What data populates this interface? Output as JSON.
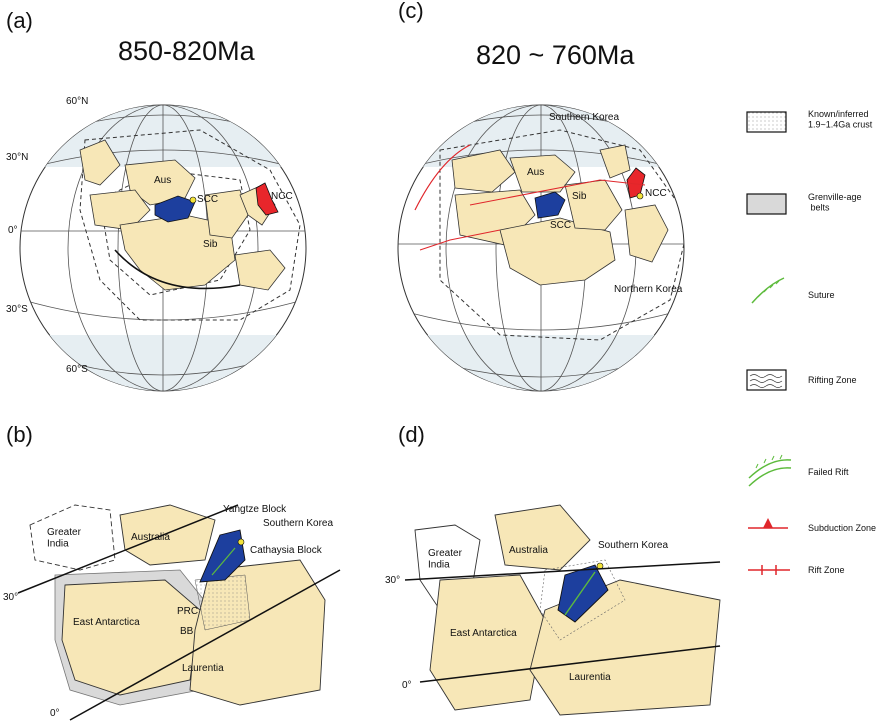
{
  "panels": {
    "a": {
      "label": "(a)",
      "age": "850-820Ma",
      "lat_labels": [
        "60°N",
        "30°N",
        "0°",
        "30°S",
        "60°S"
      ],
      "blocks": {
        "aus": "Aus",
        "scc": "SCC",
        "sib": "Sib",
        "ncc": "NCC"
      }
    },
    "b": {
      "label": "(b)",
      "lat_labels": [
        "30°",
        "0°"
      ],
      "blocks": {
        "greater_india": "Greater\nIndia",
        "australia": "Australia",
        "yangtze": "Yangtze Block",
        "southern_korea": "Southern Korea",
        "cathaysia": "Cathaysia Block",
        "east_antarctica": "East Antarctica",
        "prc": "PRC",
        "bb": "BB",
        "laurentia": "Laurentia"
      }
    },
    "c": {
      "label": "(c)",
      "age": "820 ~ 760Ma",
      "blocks": {
        "southern_korea": "Southern Korea",
        "aus": "Aus",
        "sib": "Sib",
        "ncc": "NCC",
        "scc": "SCC",
        "northern_korea": "Northern Korea"
      }
    },
    "d": {
      "label": "(d)",
      "lat_labels": [
        "30°",
        "0°"
      ],
      "blocks": {
        "greater_india": "Greater\nIndia",
        "australia": "Australia",
        "southern_korea": "Southern Korea",
        "east_antarctica": "East Antarctica",
        "laurentia": "Laurentia"
      }
    }
  },
  "legend": [
    {
      "label": "Known/inferred\n1.9~1.4Ga crust",
      "icon": "dotted-box-icon"
    },
    {
      "label": "Grenville-age\n belts",
      "icon": "gray-box-icon"
    },
    {
      "label": "Suture",
      "icon": "suture-line-icon"
    },
    {
      "label": "Rifting Zone",
      "icon": "wavy-box-icon"
    },
    {
      "label": "Failed Rift",
      "icon": "failed-rift-icon"
    },
    {
      "label": "Subduction Zone",
      "icon": "subduction-zone-icon"
    },
    {
      "label": "Rift Zone",
      "icon": "rift-zone-icon"
    }
  ],
  "colors": {
    "craton": "#f7e7b7",
    "scc": "#1d3f9e",
    "ncc": "#e8262b",
    "suture": "#5dbb3c",
    "ocean": "#e6eef2",
    "grenville": "#d9d9d9",
    "subduction": "#e0262b",
    "korea": "#f3e33a"
  }
}
